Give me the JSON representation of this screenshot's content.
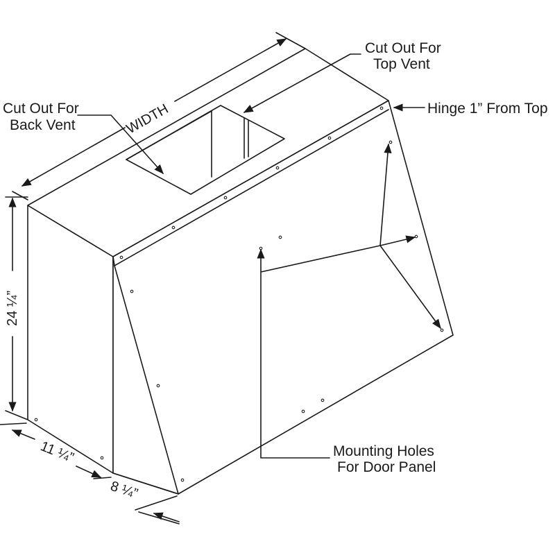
{
  "labels": {
    "top_vent": [
      "Cut Out For",
      "Top Vent"
    ],
    "back_vent": [
      "Cut Out For",
      "Back Vent"
    ],
    "hinge": "Hinge 1” From Top",
    "mounting": [
      "Mounting Holes",
      "For Door Panel"
    ]
  },
  "dimensions": {
    "width": "WIDTH",
    "height": "24 ¼”",
    "depth": "11 ¼”",
    "door_depth": "8 ¼”"
  },
  "colors": {
    "line": "#1a1a1a",
    "background": "#ffffff"
  }
}
